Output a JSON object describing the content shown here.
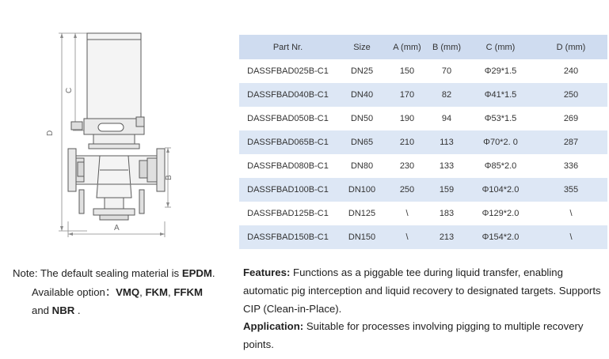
{
  "drawing": {
    "dim_A": "A",
    "dim_B": "B",
    "dim_C": "C",
    "dim_D": "D"
  },
  "table": {
    "headers": [
      "Part Nr.",
      "Size",
      "A (mm)",
      "B (mm)",
      "C (mm)",
      "D (mm)"
    ],
    "rows": [
      [
        "DASSFBAD025B-C1",
        "DN25",
        "150",
        "70",
        "Φ29*1.5",
        "240"
      ],
      [
        "DASSFBAD040B-C1",
        "DN40",
        "170",
        "82",
        "Φ41*1.5",
        "250"
      ],
      [
        "DASSFBAD050B-C1",
        "DN50",
        "190",
        "94",
        "Φ53*1.5",
        "269"
      ],
      [
        "DASSFBAD065B-C1",
        "DN65",
        "210",
        "113",
        "Φ70*2. 0",
        "287"
      ],
      [
        "DASSFBAD080B-C1",
        "DN80",
        "230",
        "133",
        "Φ85*2.0",
        "336"
      ],
      [
        "DASSFBAD100B-C1",
        "DN100",
        "250",
        "159",
        "Φ104*2.0",
        "355"
      ],
      [
        "DASSFBAD125B-C1",
        "DN125",
        "\\",
        "183",
        "Φ129*2.0",
        "\\"
      ],
      [
        "DASSFBAD150B-C1",
        "DN150",
        "\\",
        "213",
        "Φ154*2.0",
        "\\"
      ]
    ]
  },
  "note": {
    "prefix": "Note: The default sealing material is ",
    "default_material": "EPDM",
    "suffix": ".",
    "available_label": "Available option：",
    "option1": "VMQ",
    "sep1": ", ",
    "option2": "FKM",
    "sep2": ", ",
    "option3": "FFKM",
    "and_text": "and ",
    "option4": "NBR",
    "end": " ."
  },
  "features": {
    "features_label": "Features:",
    "features_text": " Functions as a piggable tee during liquid transfer, enabling automatic pig interception and liquid recovery to designated targets. Supports CIP (Clean-in-Place).",
    "application_label": "Application:",
    "application_text": " Suitable for processes involving pigging to multiple recovery points."
  }
}
